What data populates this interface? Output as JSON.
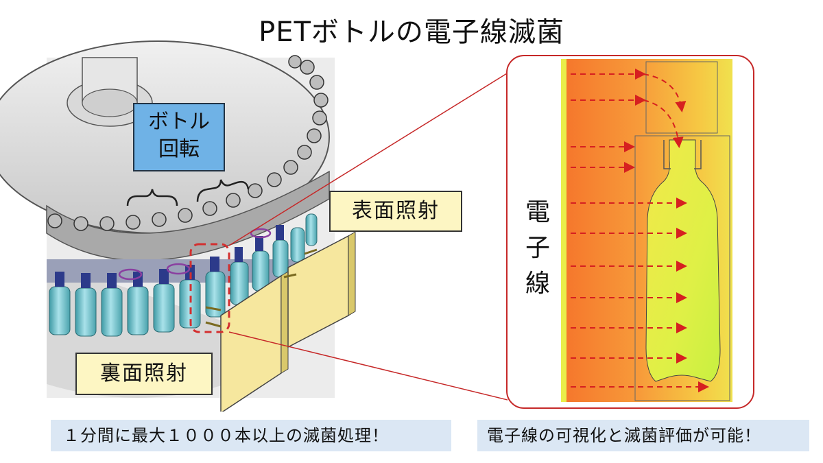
{
  "title": "PETボトルの電子線滅菌",
  "labels": {
    "rotation": [
      "ボトル",
      "回転"
    ],
    "surface_irradiation": "表面照射",
    "back_irradiation": "裏面照射",
    "electron_beam": [
      "電",
      "子",
      "線"
    ]
  },
  "captions": {
    "left": "１分間に最大１０００本以上の滅菌処理！",
    "right": "電子線の可視化と滅菌評価が可能！"
  },
  "colors": {
    "accent_red": "#c62828",
    "label_fill": "#fdf6c3",
    "rotation_fill": "#6fb2e6",
    "caption_fill": "#dbe7f4"
  }
}
